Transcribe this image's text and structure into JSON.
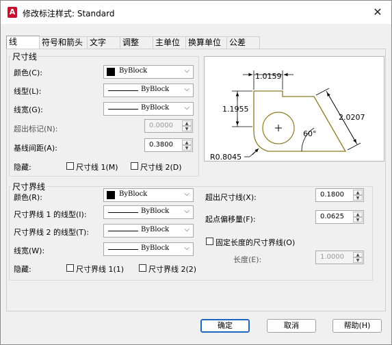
{
  "window": {
    "title": "修改标注样式: Standard",
    "icon_letter": "A",
    "close_glyph": "✕"
  },
  "tabs": [
    "线",
    "符号和箭头",
    "文字",
    "调整",
    "主单位",
    "换算单位",
    "公差"
  ],
  "dim_lines": {
    "title": "尺寸线",
    "color_label": "颜色(C):",
    "color_value": "ByBlock",
    "linetype_label": "线型(L):",
    "linetype_value": "ByBlock",
    "lineweight_label": "线宽(G):",
    "lineweight_value": "ByBlock",
    "extend_label": "超出标记(N):",
    "extend_value": "0.0000",
    "baseline_label": "基线间距(A):",
    "baseline_value": "0.3800",
    "suppress_label": "隐藏:",
    "suppress_1": "尺寸线 1(M)",
    "suppress_2": "尺寸线 2(D)"
  },
  "ext_lines": {
    "title": "尺寸界线",
    "color_label": "颜色(R):",
    "color_value": "ByBlock",
    "lt1_label": "尺寸界线 1 的线型(I):",
    "lt1_value": "ByBlock",
    "lt2_label": "尺寸界线 2 的线型(T):",
    "lt2_value": "ByBlock",
    "lineweight_label": "线宽(W):",
    "lineweight_value": "ByBlock",
    "suppress_label": "隐藏:",
    "suppress_1": "尺寸界线 1(1)",
    "suppress_2": "尺寸界线 2(2)",
    "extend_label": "超出尺寸线(X):",
    "extend_value": "0.1800",
    "offset_label": "起点偏移量(F):",
    "offset_value": "0.0625",
    "fixed_label": "固定长度的尺寸界线(O)",
    "length_label": "长度(E):",
    "length_value": "1.0000"
  },
  "preview": {
    "dim_top": "1.0159",
    "dim_left": "1.1955",
    "dim_right": "2.0207",
    "angle": "60°",
    "radius": "R0.8045"
  },
  "buttons": {
    "ok": "确定",
    "cancel": "取消",
    "help": "帮助(H)"
  },
  "spinner_up": "▲",
  "spinner_down": "▼",
  "chevron": "⌵",
  "colors": {
    "accent": "#1f63c6",
    "title_icon": "#c8102e",
    "preview_shape": "#8b7a22"
  }
}
